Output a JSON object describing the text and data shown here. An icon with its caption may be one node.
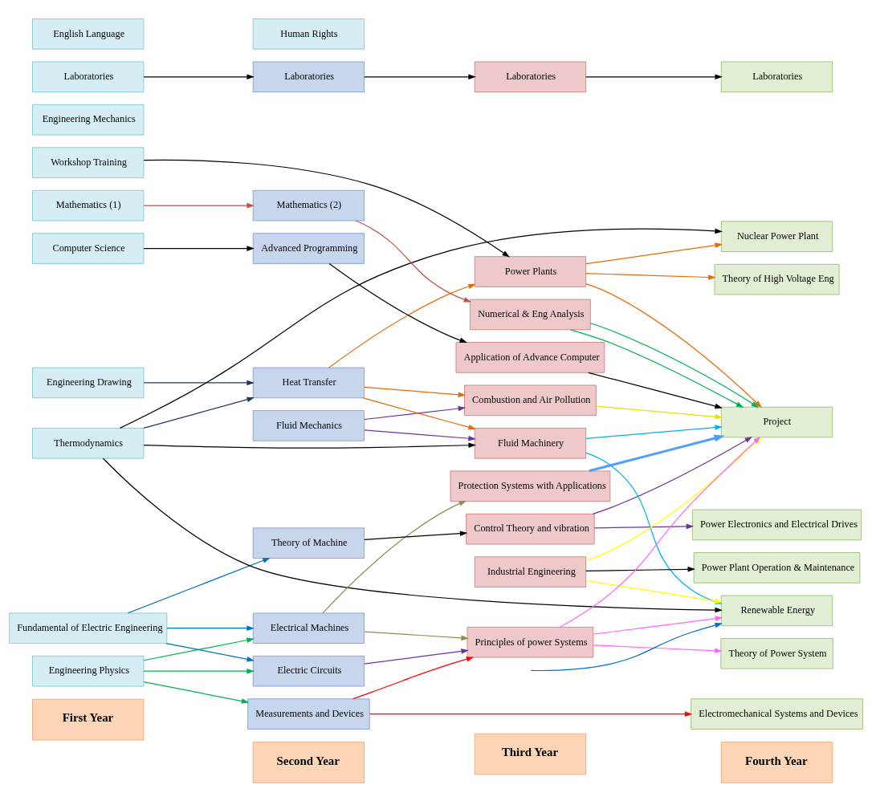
{
  "diagram": {
    "nodes": [
      {
        "text": [
          "First Year"
        ]
      },
      {
        "text": [
          "Second Year"
        ]
      },
      {
        "text": [
          "Third Year"
        ]
      },
      {
        "text": [
          "Fourth Year"
        ]
      },
      {
        "text": [
          "Mathematics (1)"
        ]
      },
      {
        "text": [
          "Engineering Physics"
        ]
      },
      {
        "text": [
          "Fundamental of Electric Engineering"
        ]
      },
      {
        "text": [
          "Engineering Drawing"
        ]
      },
      {
        "text": [
          "Engineering Mechanics"
        ]
      },
      {
        "text": [
          "Thermodynamics"
        ]
      },
      {
        "text": [
          "Workshop Training"
        ]
      },
      {
        "text": [
          "Laboratories"
        ]
      },
      {
        "text": [
          "Computer Science"
        ]
      },
      {
        "text": [
          "English Language"
        ]
      },
      {
        "text": [
          "Mathematics (2)"
        ]
      },
      {
        "text": [
          "Measurements and Devices"
        ]
      },
      {
        "text": [
          "Electric Circuits"
        ]
      },
      {
        "text": [
          "Electrical Machines"
        ]
      },
      {
        "text": [
          "Fluid Mechanics"
        ]
      },
      {
        "text": [
          "Heat Transfer"
        ]
      },
      {
        "text": [
          "Theory of Machine"
        ]
      },
      {
        "text": [
          "Laboratories"
        ]
      },
      {
        "text": [
          "Advanced Programming"
        ]
      },
      {
        "text": [
          "Human Rights"
        ]
      },
      {
        "text": [
          "Numerical & Eng Analysis"
        ]
      },
      {
        "text": [
          "Control Theory and vibration"
        ]
      },
      {
        "text": [
          "Power Plants"
        ]
      },
      {
        "text": [
          "Combustion and Air Pollution"
        ]
      },
      {
        "text": [
          "Fluid Machinery"
        ]
      },
      {
        "text": [
          "Industrial Engineering"
        ]
      },
      {
        "text": [
          "Principles of power Systems"
        ]
      },
      {
        "text": [
          "Laboratories"
        ]
      },
      {
        "text": [
          "Protection Systems with Applications"
        ]
      },
      {
        "text": [
          "Application of Advance Computer"
        ]
      },
      {
        "text": [
          "Electromechanical Systems and Devices"
        ]
      },
      {
        "text": [
          "Theory of Power System"
        ]
      },
      {
        "text": [
          "Theory of High Voltage Eng"
        ]
      },
      {
        "text": [
          "Nuclear Power Plant"
        ]
      },
      {
        "text": [
          "Power Electronics and Electrical Drives"
        ]
      },
      {
        "text": [
          "Power Plant Operation & Maintenance"
        ]
      },
      {
        "text": [
          "Renewable Energy"
        ]
      },
      {
        "text": [
          "Laboratories"
        ]
      },
      {
        "text": [
          "Project"
        ]
      }
    ],
    "edges": [
      {
        "from": 4,
        "to": 14,
        "arrow": "to",
        "color": "#c0504d"
      },
      {
        "from": 14,
        "to": 24,
        "arrow": "to",
        "color": "#c0504d"
      },
      {
        "from": 5,
        "to": 15,
        "arrow": "to",
        "color": "#00b050"
      },
      {
        "from": 5,
        "to": 16,
        "arrow": "to",
        "color": "#00b050"
      },
      {
        "from": 5,
        "to": 17,
        "arrow": "to",
        "color": "#00b050"
      },
      {
        "from": 6,
        "to": 16,
        "arrow": "to",
        "color": "#0070c0"
      },
      {
        "from": 6,
        "to": 17,
        "arrow": "to",
        "color": "#0070c0"
      },
      {
        "from": 6,
        "to": 20,
        "arrow": "to",
        "color": "#0070c0"
      },
      {
        "from": 7,
        "to": 19,
        "arrow": "to",
        "color": "#1f3864"
      },
      {
        "from": 9,
        "to": 19,
        "arrow": "to",
        "color": "#1f3864"
      },
      {
        "from": 9,
        "to": 28,
        "arrow": "to"
      },
      {
        "from": 9,
        "to": 37,
        "arrow": "to"
      },
      {
        "from": 9,
        "to": 40,
        "arrow": "to"
      },
      {
        "from": 10,
        "to": 26,
        "arrow": "to"
      },
      {
        "from": 11,
        "to": 21,
        "arrow": "to"
      },
      {
        "from": 12,
        "to": 22,
        "arrow": "to"
      },
      {
        "from": 15,
        "to": 34,
        "arrow": "to",
        "color": "#ff0000"
      },
      {
        "from": 15,
        "to": 30,
        "arrow": "to",
        "color": "#ff0000"
      },
      {
        "from": 16,
        "to": 30,
        "arrow": "to",
        "color": "#7030a0"
      },
      {
        "from": 17,
        "to": 30,
        "arrow": "to",
        "color": "#948a54"
      },
      {
        "from": 17,
        "to": 32,
        "arrow": "to",
        "color": "#948a54"
      },
      {
        "from": 18,
        "to": 27,
        "arrow": "to",
        "color": "#7030a0"
      },
      {
        "from": 18,
        "to": 28,
        "arrow": "to",
        "color": "#7030a0"
      },
      {
        "from": 19,
        "to": 26,
        "arrow": "to",
        "color": "#e36c09"
      },
      {
        "from": 19,
        "to": 27,
        "arrow": "to",
        "color": "#e36c09"
      },
      {
        "from": 19,
        "to": 28,
        "arrow": "to",
        "color": "#e36c09"
      },
      {
        "from": 20,
        "to": 25,
        "arrow": "to"
      },
      {
        "from": 21,
        "to": 31,
        "arrow": "to"
      },
      {
        "from": 22,
        "to": 33,
        "arrow": "to"
      },
      {
        "from": 24,
        "to": 42,
        "arrow": "to",
        "color": "#00b050"
      },
      {
        "from": 24,
        "to": 42,
        "arrow": "to",
        "color": "#00b050"
      },
      {
        "from": 25,
        "to": 38,
        "arrow": "to",
        "color": "#7030a0"
      },
      {
        "from": 25,
        "to": 42,
        "arrow": "to",
        "color": "#7030a0"
      },
      {
        "from": 26,
        "to": 36,
        "arrow": "to",
        "color": "#e36c09"
      },
      {
        "from": 26,
        "to": 37,
        "arrow": "to",
        "color": "#e36c09"
      },
      {
        "from": 26,
        "to": 42,
        "arrow": "to",
        "color": "#e36c09"
      },
      {
        "from": 27,
        "to": 42,
        "arrow": "to",
        "color": "#e3e300"
      },
      {
        "from": 28,
        "to": 40,
        "arrow": "to",
        "color": "#00b0f0"
      },
      {
        "from": 28,
        "to": 42,
        "arrow": "to",
        "color": "#00b0f0"
      },
      {
        "from": 29,
        "to": 39,
        "arrow": "to"
      },
      {
        "from": 29,
        "to": 40,
        "arrow": "to",
        "color": "#ffff00"
      },
      {
        "from": 29,
        "to": 42,
        "arrow": "to",
        "color": "#ffff00"
      },
      {
        "from": 30,
        "to": 35,
        "arrow": "to",
        "color": "#ff66ff"
      },
      {
        "from": 30,
        "to": 40,
        "arrow": "to",
        "color": "#ff66ff"
      },
      {
        "from": 30,
        "to": 42,
        "arrow": "to",
        "color": "#ff66ff"
      },
      {
        "from": null,
        "to": 40,
        "arrow": "to",
        "color": "#0070c0"
      },
      {
        "from": 31,
        "to": 41,
        "arrow": "to"
      },
      {
        "from": 32,
        "to": 42,
        "arrow": "to",
        "style": "thick",
        "color": "#4f9fff"
      },
      {
        "from": 33,
        "to": 42,
        "arrow": "to"
      }
    ]
  }
}
